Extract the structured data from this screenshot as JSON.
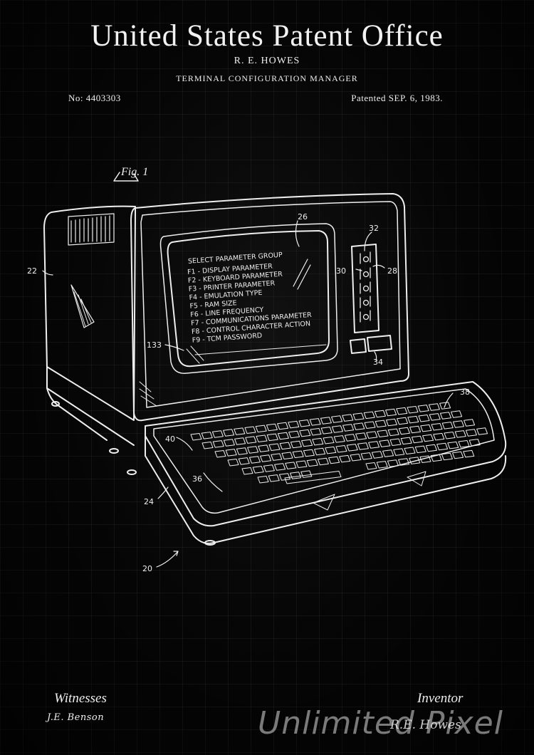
{
  "header": {
    "title": "United States Patent Office",
    "inventor_name": "R. E. HOWES",
    "invention_title": "TERMINAL CONFIGURATION MANAGER",
    "patent_number": "No: 4403303",
    "patent_date": "Patented  SEP. 6, 1983."
  },
  "figure": {
    "label": "Fig. 1",
    "screen_lines": [
      "SELECT PARAMETER GROUP",
      "F1 - DISPLAY PARAMETER",
      "F2 - KEYBOARD PARAMETER",
      "F3 - PRINTER PARAMETER",
      "F4 - EMULATION TYPE",
      "F5 - RAM SIZE",
      "F6 - LINE FREQUENCY",
      "F7 - COMMUNICATIONS PARAMETER",
      "F8 - CONTROL CHARACTER ACTION",
      "F9 - TCM PASSWORD"
    ],
    "reference_numerals": {
      "n20": "20",
      "n22": "22",
      "n24": "24",
      "n26": "26",
      "n28": "28",
      "n30": "30",
      "n32": "32",
      "n34": "34",
      "n36": "36",
      "n38": "38",
      "n40": "40",
      "n133": "133"
    }
  },
  "footer": {
    "witnesses_label": "Witnesses",
    "witness_signature": "J.E. Benson",
    "inventor_label": "Inventor",
    "inventor_signature": "R.E. Howes",
    "watermark": "Unlimited Pixel"
  },
  "colors": {
    "background": "#050505",
    "line": "#eeeeee"
  }
}
